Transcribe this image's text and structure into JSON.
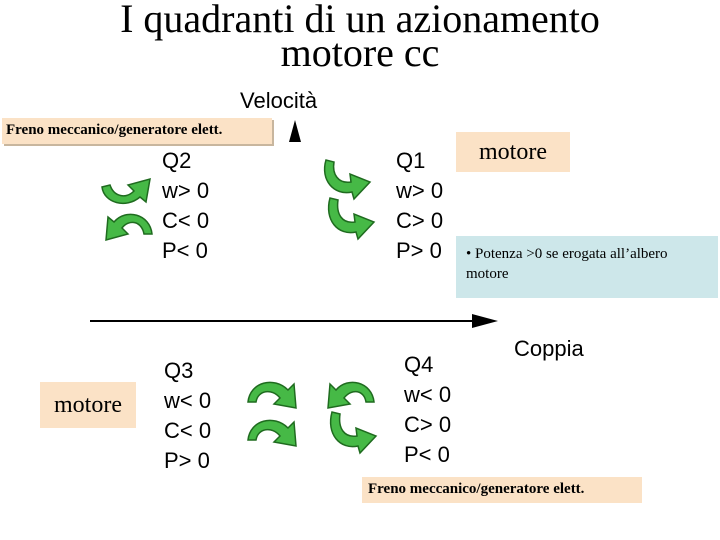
{
  "title": {
    "line1": "I quadranti di un azionamento",
    "line2": "motore cc"
  },
  "axes": {
    "velocity_label": "Velocità",
    "torque_label": "Coppia"
  },
  "quadrants": {
    "q1": {
      "name": "Q1",
      "lines": [
        "w> 0",
        "C> 0",
        "P> 0"
      ]
    },
    "q2": {
      "name": "Q2",
      "lines": [
        "w> 0",
        "C< 0",
        "P< 0"
      ]
    },
    "q3": {
      "name": "Q3",
      "lines": [
        "w< 0",
        "C< 0",
        "P> 0"
      ]
    },
    "q4": {
      "name": "Q4",
      "lines": [
        "w< 0",
        "C> 0",
        "P< 0"
      ]
    }
  },
  "tags": {
    "brake_top": "Freno meccanico/generatore elett.",
    "brake_bottom": "Freno meccanico/generatore elett.",
    "motor_q1": "motore",
    "motor_q3": "motore"
  },
  "note": {
    "bullet": "•",
    "text": "Potenza >0 se erogata all’albero motore"
  },
  "colors": {
    "arrow_fill": "#46b946",
    "arrow_stroke": "#1f6b1f",
    "tag_bg": "#fbe2c6",
    "note_bg": "#cde7ea"
  },
  "icons": [
    "curved-arrow-icon"
  ]
}
